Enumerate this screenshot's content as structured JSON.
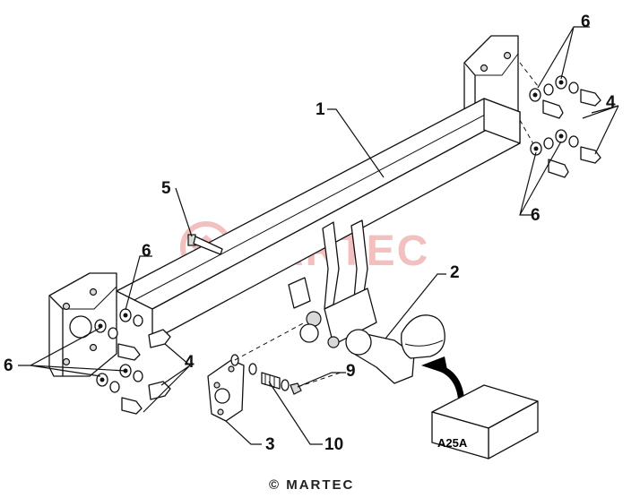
{
  "watermark": {
    "text": "MARTEC",
    "color": "#f3c0c0"
  },
  "callouts": [
    {
      "id": "1",
      "label": "1"
    },
    {
      "id": "2",
      "label": "2"
    },
    {
      "id": "3",
      "label": "3"
    },
    {
      "id": "4a",
      "label": "4"
    },
    {
      "id": "4b",
      "label": "4"
    },
    {
      "id": "5",
      "label": "5"
    },
    {
      "id": "6a",
      "label": "6"
    },
    {
      "id": "6b",
      "label": "6"
    },
    {
      "id": "6c",
      "label": "6"
    },
    {
      "id": "6d",
      "label": "6"
    },
    {
      "id": "9",
      "label": "9"
    },
    {
      "id": "10",
      "label": "10"
    }
  ],
  "electric_box": {
    "label": "A25A"
  },
  "footer": {
    "copyright": "© MARTEC"
  }
}
